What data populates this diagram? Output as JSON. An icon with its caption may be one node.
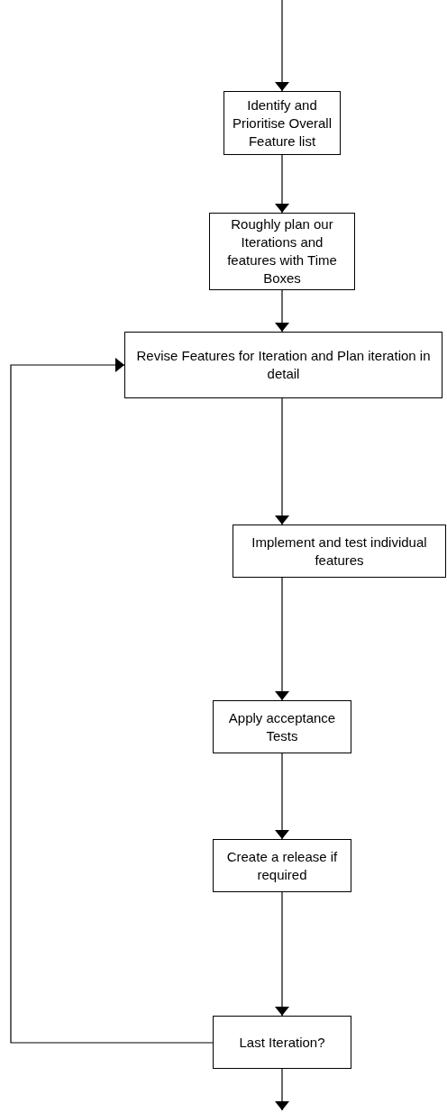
{
  "diagram": {
    "nodes": [
      {
        "text": [
          "Identify and Prioritise Overall Feature list"
        ]
      },
      {
        "text": [
          "Roughly plan our Iterations and features with Time Boxes"
        ]
      },
      {
        "text": [
          "Revise Features for Iteration and Plan iteration in detail"
        ]
      },
      {
        "text": [
          "Implement and test individual features"
        ]
      },
      {
        "text": [
          "Apply acceptance Tests"
        ]
      },
      {
        "text": [
          "Create a release if required"
        ]
      },
      {
        "text": [
          "Last Iteration?"
        ]
      }
    ],
    "edges": [
      {
        "from": null,
        "to": 0,
        "arrow": "to"
      },
      {
        "from": 0,
        "to": 1,
        "arrow": "to"
      },
      {
        "from": 1,
        "to": 2,
        "arrow": "to"
      },
      {
        "from": 2,
        "to": 3,
        "arrow": "to"
      },
      {
        "from": 3,
        "to": 4,
        "arrow": "to"
      },
      {
        "from": 4,
        "to": 5,
        "arrow": "to"
      },
      {
        "from": 5,
        "to": 6,
        "arrow": "to"
      },
      {
        "from": 6,
        "to": 2,
        "arrow": "to"
      },
      {
        "from": 6,
        "to": null,
        "arrow": "to"
      }
    ]
  }
}
